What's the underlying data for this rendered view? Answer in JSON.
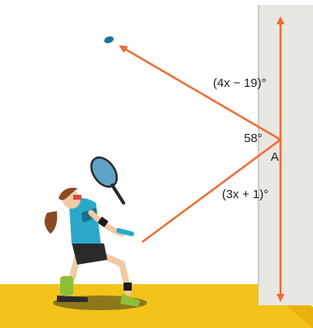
{
  "diagram": {
    "labels": {
      "upper_angle": "(4x − 19)°",
      "middle_angle": "58°",
      "point": "A",
      "lower_angle": "(3x + 1)°"
    },
    "colors": {
      "ray": "#f26b34",
      "wall": "#e9e7e1",
      "floor": "#f3c31a",
      "shirt": "#2aa8c9",
      "hair": "#8a4a22",
      "racket": "#5fa3c9"
    }
  }
}
